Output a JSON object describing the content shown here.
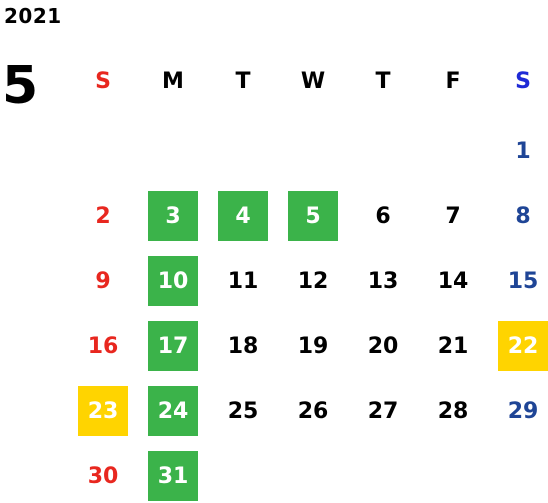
{
  "calendar": {
    "year": "2021",
    "month": "5",
    "weekdays": [
      "S",
      "M",
      "T",
      "W",
      "T",
      "F",
      "S"
    ],
    "weeks": [
      [
        {
          "day": "",
          "type": "empty"
        },
        {
          "day": "",
          "type": "empty"
        },
        {
          "day": "",
          "type": "empty"
        },
        {
          "day": "",
          "type": "empty"
        },
        {
          "day": "",
          "type": "empty"
        },
        {
          "day": "",
          "type": "empty"
        },
        {
          "day": "1",
          "type": "saturday"
        }
      ],
      [
        {
          "day": "2",
          "type": "sunday"
        },
        {
          "day": "3",
          "type": "green"
        },
        {
          "day": "4",
          "type": "green"
        },
        {
          "day": "5",
          "type": "green"
        },
        {
          "day": "6",
          "type": "weekday"
        },
        {
          "day": "7",
          "type": "weekday"
        },
        {
          "day": "8",
          "type": "saturday"
        }
      ],
      [
        {
          "day": "9",
          "type": "sunday"
        },
        {
          "day": "10",
          "type": "green"
        },
        {
          "day": "11",
          "type": "weekday"
        },
        {
          "day": "12",
          "type": "weekday"
        },
        {
          "day": "13",
          "type": "weekday"
        },
        {
          "day": "14",
          "type": "weekday"
        },
        {
          "day": "15",
          "type": "saturday"
        }
      ],
      [
        {
          "day": "16",
          "type": "sunday"
        },
        {
          "day": "17",
          "type": "green"
        },
        {
          "day": "18",
          "type": "weekday"
        },
        {
          "day": "19",
          "type": "weekday"
        },
        {
          "day": "20",
          "type": "weekday"
        },
        {
          "day": "21",
          "type": "weekday"
        },
        {
          "day": "22",
          "type": "yellow"
        }
      ],
      [
        {
          "day": "23",
          "type": "yellow"
        },
        {
          "day": "24",
          "type": "green"
        },
        {
          "day": "25",
          "type": "weekday"
        },
        {
          "day": "26",
          "type": "weekday"
        },
        {
          "day": "27",
          "type": "weekday"
        },
        {
          "day": "28",
          "type": "weekday"
        },
        {
          "day": "29",
          "type": "saturday"
        }
      ],
      [
        {
          "day": "30",
          "type": "sunday"
        },
        {
          "day": "31",
          "type": "green"
        },
        {
          "day": "",
          "type": "empty"
        },
        {
          "day": "",
          "type": "empty"
        },
        {
          "day": "",
          "type": "empty"
        },
        {
          "day": "",
          "type": "empty"
        },
        {
          "day": "",
          "type": "empty"
        }
      ]
    ]
  },
  "colors": {
    "weekday_text": "#000000",
    "sunday_text": "#e8271f",
    "saturday_header": "#1f2ad6",
    "saturday_text": "#1f4596",
    "highlight_green": "#3bb34a",
    "highlight_yellow": "#ffd400",
    "highlight_text": "#ffffff"
  }
}
